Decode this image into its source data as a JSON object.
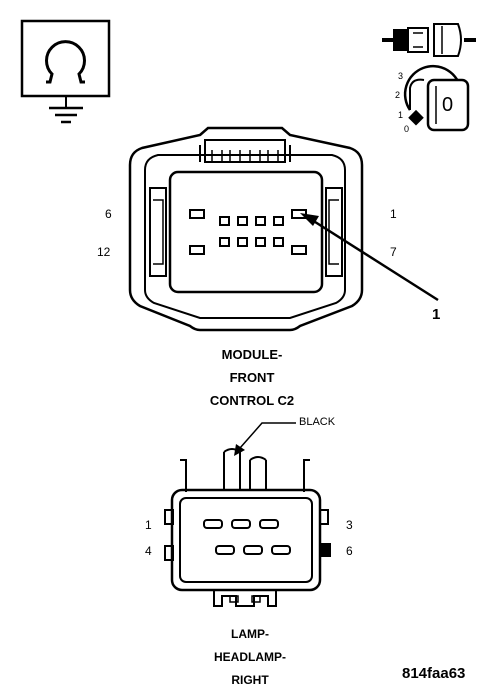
{
  "symbol": {
    "icon": "ohm-resistance-icon",
    "ground_icon": "ground-icon"
  },
  "ignition": {
    "positions": [
      "3",
      "2",
      "1",
      "0"
    ],
    "key_label": "0"
  },
  "connector_c2": {
    "title_lines": [
      "MODULE-",
      "FRONT",
      "CONTROL C2"
    ],
    "pin_labels": {
      "top_left": "6",
      "bottom_left": "12",
      "top_right": "1",
      "bottom_right": "7"
    },
    "callout": "1"
  },
  "headlamp_connector": {
    "wire_color": "BLACK",
    "title_lines": [
      "LAMP-",
      "HEADLAMP-",
      "RIGHT"
    ],
    "pin_labels": {
      "top_left": "1",
      "bottom_left": "4",
      "top_right": "3",
      "bottom_right": "6"
    }
  },
  "figure_id": "814faa63"
}
